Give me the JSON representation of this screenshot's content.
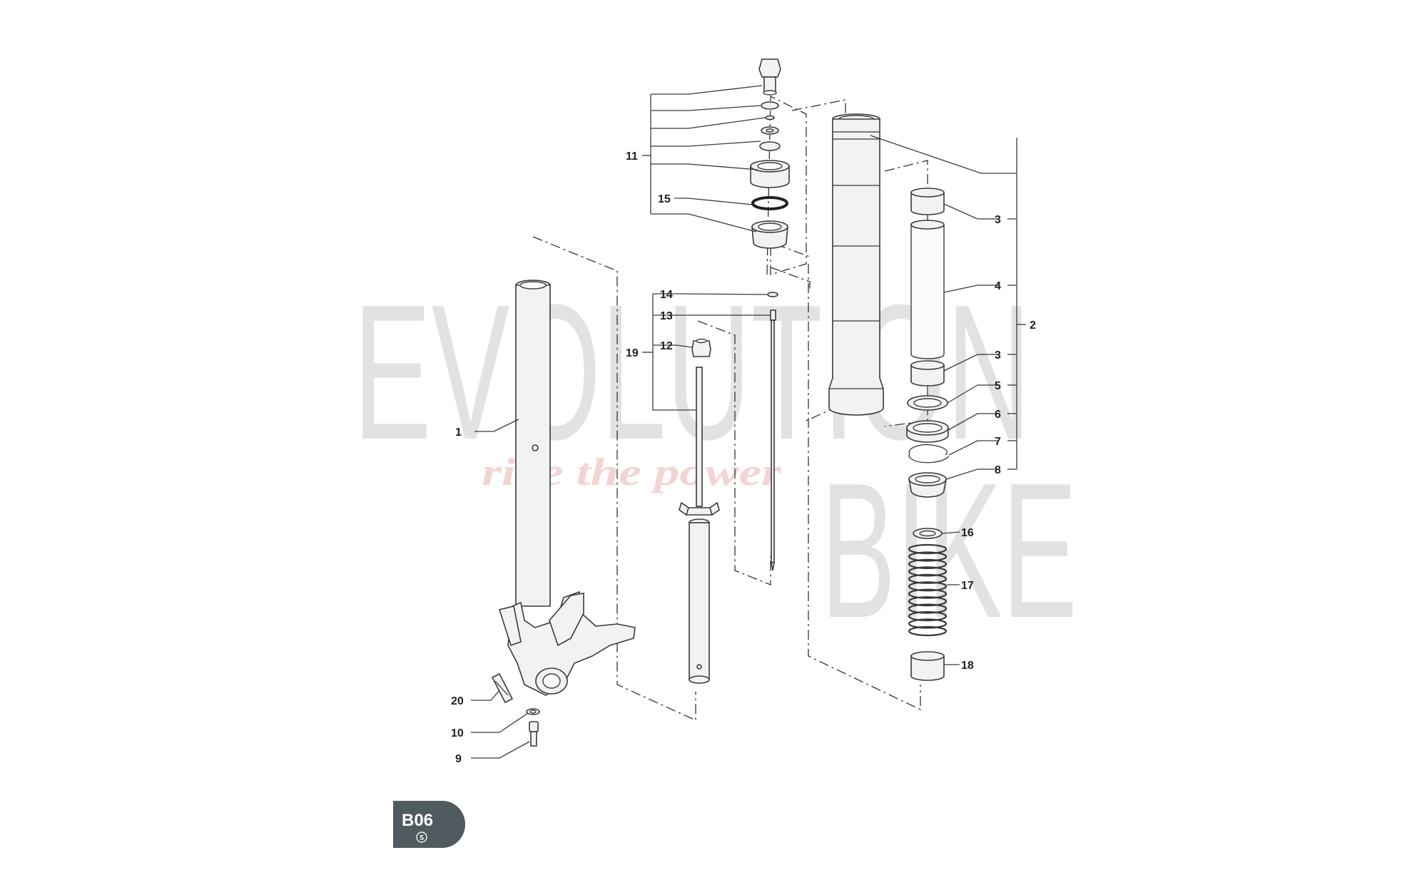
{
  "badge": {
    "code": "B06",
    "sub": "5",
    "color": "#4f5b5f"
  },
  "watermark": {
    "line1": "EVOLUTION",
    "line2": "BIKE",
    "tagline": "ride the power",
    "color_main": "#e2e2e2",
    "color_tagline": "#f4d3d3"
  },
  "callouts": [
    "1",
    "2",
    "3",
    "4",
    "3",
    "5",
    "6",
    "7",
    "8",
    "9",
    "10",
    "11",
    "12",
    "13",
    "14",
    "15",
    "16",
    "17",
    "18",
    "19",
    "20"
  ],
  "parts": [
    {
      "ref": "1",
      "name": "fork-outer-tube-with-caliper-mount"
    },
    {
      "ref": "2",
      "name": "inner-tube-assembly"
    },
    {
      "ref": "3",
      "name": "bushing"
    },
    {
      "ref": "4",
      "name": "inner-tube"
    },
    {
      "ref": "5",
      "name": "washer"
    },
    {
      "ref": "6",
      "name": "oil-seal"
    },
    {
      "ref": "7",
      "name": "retaining-clip"
    },
    {
      "ref": "8",
      "name": "dust-seal"
    },
    {
      "ref": "9",
      "name": "bolt"
    },
    {
      "ref": "10",
      "name": "washer"
    },
    {
      "ref": "11",
      "name": "top-cap-assembly"
    },
    {
      "ref": "12",
      "name": "lock-nut"
    },
    {
      "ref": "13",
      "name": "adjuster-rod"
    },
    {
      "ref": "14",
      "name": "o-ring"
    },
    {
      "ref": "15",
      "name": "o-ring"
    },
    {
      "ref": "16",
      "name": "spring-seat"
    },
    {
      "ref": "17",
      "name": "fork-spring"
    },
    {
      "ref": "18",
      "name": "spacer"
    },
    {
      "ref": "19",
      "name": "damper-cartridge-assembly"
    },
    {
      "ref": "20",
      "name": "reflector"
    }
  ]
}
